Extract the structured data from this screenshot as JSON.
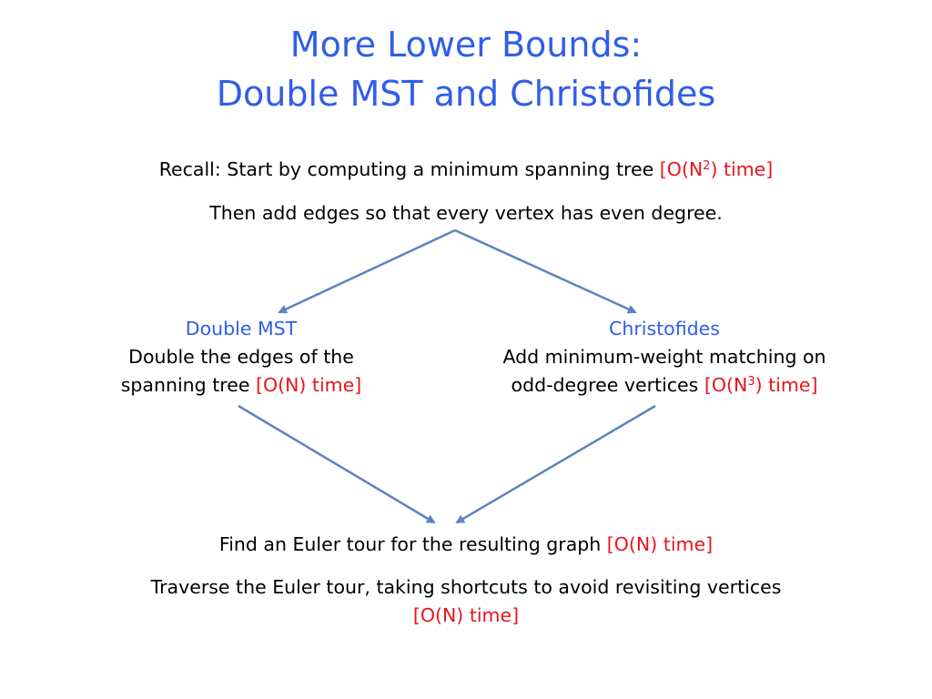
{
  "title": {
    "line1": "More Lower Bounds:",
    "line2": "Double MST and Christofides"
  },
  "recall": {
    "text": "Recall: Start by computing a minimum spanning tree ",
    "time_prefix": "[O(N",
    "time_exp": "2",
    "time_suffix": ") time]"
  },
  "then_add": "Then add edges so that every vertex has even degree.",
  "double_mst": {
    "heading": "Double MST",
    "line1": "Double the edges of the",
    "line2_text": "spanning tree ",
    "line2_time": "[O(N) time]"
  },
  "christofides": {
    "heading": "Christofides",
    "line1": "Add minimum-weight matching on",
    "line2_text": "odd-degree vertices ",
    "time_prefix": "[O(N",
    "time_exp": "3",
    "time_suffix": ") time]"
  },
  "euler": {
    "text": "Find an Euler tour for the resulting graph ",
    "time": "[O(N) time]"
  },
  "traverse": {
    "text": "Traverse the Euler tour, taking shortcuts to avoid revisiting vertices",
    "time": "[O(N) time]"
  },
  "colors": {
    "title_blue": "#2f5ee8",
    "time_red": "#e8141b",
    "arrow_blue": "#5b84bf"
  }
}
